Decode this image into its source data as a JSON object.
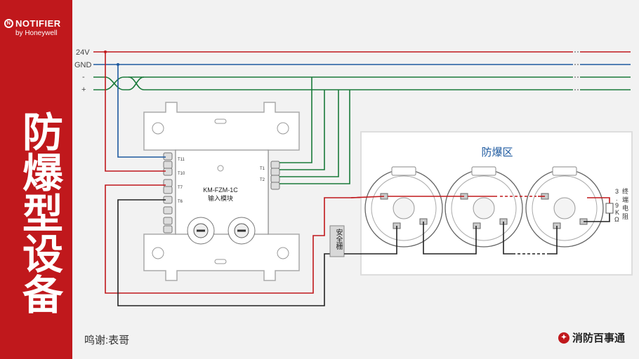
{
  "logo": {
    "brand": "NOTIFIER",
    "sub": "by Honeywell"
  },
  "title": "防爆型设备",
  "rails": {
    "v24": "24V",
    "gnd": "GND",
    "minus": "-",
    "plus": "+"
  },
  "module": {
    "name": "KM-FZM-1C",
    "desc": "输入模块",
    "terminals_left": [
      "T11",
      "T10",
      "T7",
      "T6"
    ],
    "terminals_right": [
      "T1",
      "T2"
    ]
  },
  "barrier": "安全栅",
  "zone_title": "防爆区",
  "eol": {
    "chars": [
      "终",
      "端",
      "电",
      "阻"
    ],
    "value_chars": [
      "3",
      ".",
      "9",
      "K",
      "Ω"
    ]
  },
  "credit": "鸣谢:表哥",
  "corner_brand": "消防百事通",
  "colors": {
    "red": "#c0181c",
    "blue": "#1e5aa0",
    "green": "#1a7a3a",
    "black": "#222222"
  }
}
